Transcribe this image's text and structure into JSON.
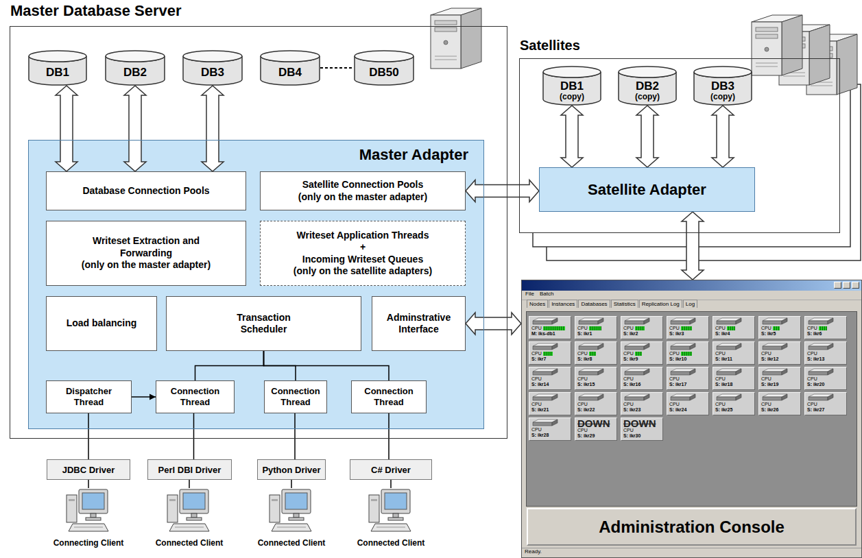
{
  "diagram": {
    "nodes": [
      {
        "text": [
          "Master Database Server"
        ]
      },
      {
        "text": [
          "DB1"
        ],
        "in": 0
      },
      {
        "text": [
          "DB2"
        ],
        "in": 0
      },
      {
        "text": [
          "DB3"
        ],
        "in": 0
      },
      {
        "text": [
          "DB4"
        ],
        "in": 0
      },
      {
        "text": [
          "DB50"
        ],
        "in": 0
      },
      {
        "text": [
          "Master Adapter"
        ],
        "in": 0
      },
      {
        "text": [
          "Database Connection Pools"
        ],
        "in": 6
      },
      {
        "text": [
          "Satellite Connection Pools",
          "(only on the master adapter)"
        ],
        "in": 6
      },
      {
        "text": [
          "Writeset Extraction and Forwarding",
          "(only on the master adapter)"
        ],
        "in": 6
      },
      {
        "text": [
          "Writeset Application Threads",
          "+",
          "Incoming Writeset Queues",
          "(only on the satellite adapters)"
        ],
        "in": 6
      },
      {
        "text": [
          "Load balancing"
        ],
        "in": 6
      },
      {
        "text": [
          "Transaction Scheduler"
        ],
        "in": 6
      },
      {
        "text": [
          "Adminstrative Interface"
        ],
        "in": 6
      },
      {
        "text": [
          "Dispatcher Thread"
        ],
        "in": 6
      },
      {
        "text": [
          "Connection Thread"
        ],
        "in": 6
      },
      {
        "text": [
          "Connection Thread"
        ],
        "in": 6
      },
      {
        "text": [
          "Connection Thread"
        ],
        "in": 6
      },
      {
        "text": [
          "JDBC Driver"
        ]
      },
      {
        "text": [
          "Perl DBI Driver"
        ]
      },
      {
        "text": [
          "Python Driver"
        ]
      },
      {
        "text": [
          "C# Driver"
        ]
      },
      {
        "text": [
          "Connecting Client"
        ]
      },
      {
        "text": [
          "Connected Client"
        ]
      },
      {
        "text": [
          "Connected Client"
        ]
      },
      {
        "text": [
          "Connected Client"
        ]
      },
      {
        "text": [
          "Satellites"
        ]
      },
      {
        "text": [
          "DB1",
          "(copy)"
        ],
        "in": 26
      },
      {
        "text": [
          "DB2",
          "(copy)"
        ],
        "in": 26
      },
      {
        "text": [
          "DB3",
          "(copy)"
        ],
        "in": 26
      },
      {
        "text": [
          "Satellite Adapter"
        ],
        "in": 26
      },
      {
        "text": [
          "Ready."
        ]
      },
      {
        "text": [
          "CPU",
          "M: iks-db1"
        ],
        "in": 31
      },
      {
        "text": [
          "CPU",
          "S: ikr1"
        ],
        "in": 31
      },
      {
        "text": [
          "CPU",
          "S: ikr2"
        ],
        "in": 31
      },
      {
        "text": [
          "CPU",
          "S: ikr3"
        ],
        "in": 31
      },
      {
        "text": [
          "CPU",
          "S: ikr4"
        ],
        "in": 31
      },
      {
        "text": [
          "CPU",
          "S: ikr5"
        ],
        "in": 31
      },
      {
        "text": [
          "CPU",
          "S: ikr6"
        ],
        "in": 31
      },
      {
        "text": [
          "CPU",
          "S: ikr7"
        ],
        "in": 31
      },
      {
        "text": [
          "CPU",
          "S: ikr8"
        ],
        "in": 31
      },
      {
        "text": [
          "CPU",
          "S: ikr9"
        ],
        "in": 31
      },
      {
        "text": [
          "CPU",
          "S: ikr10"
        ],
        "in": 31
      },
      {
        "text": [
          "CPU",
          "S: ikr11"
        ],
        "in": 31
      },
      {
        "text": [
          "CPU",
          "S: ikr12"
        ],
        "in": 31
      },
      {
        "text": [
          "CPU",
          "S: ikr13"
        ],
        "in": 31
      },
      {
        "text": [
          "CPU",
          "S: ikr14"
        ],
        "in": 31
      },
      {
        "text": [
          "CPU",
          "S: ikr15"
        ],
        "in": 31
      },
      {
        "text": [
          "CPU",
          "S: ikr16"
        ],
        "in": 31
      },
      {
        "text": [
          "CPU",
          "S: ikr17"
        ],
        "in": 31
      },
      {
        "text": [
          "CPU",
          "S: ikr18"
        ],
        "in": 31
      },
      {
        "text": [
          "CPU",
          "S: ikr19"
        ],
        "in": 31
      },
      {
        "text": [
          "CPU",
          "S: ikr20"
        ],
        "in": 31
      },
      {
        "text": [
          "CPU",
          "S: ikr21"
        ],
        "in": 31
      },
      {
        "text": [
          "CPU",
          "S: ikr22"
        ],
        "in": 31
      },
      {
        "text": [
          "CPU",
          "S: ikr23"
        ],
        "in": 31
      },
      {
        "text": [
          "CPU",
          "S: ikr24"
        ],
        "in": 31
      },
      {
        "text": [
          "CPU",
          "S: ikr25"
        ],
        "in": 31
      },
      {
        "text": [
          "CPU",
          "S: ikr26"
        ],
        "in": 31
      },
      {
        "text": [
          "CPU",
          "S: ikr27"
        ],
        "in": 31
      },
      {
        "text": [
          "CPU",
          "S: ikr28"
        ],
        "in": 31
      },
      {
        "text": [
          "DOWN",
          "CPU",
          "S: ikr29"
        ],
        "in": 31
      },
      {
        "text": [
          "DOWN",
          "CPU",
          "S: ikr30"
        ],
        "in": 31
      },
      {
        "text": [
          "Administration Console"
        ],
        "in": 31
      }
    ],
    "edges": [
      {
        "from": 1,
        "to": 7,
        "arrow": "both"
      },
      {
        "from": 2,
        "to": 7,
        "arrow": "both"
      },
      {
        "from": 3,
        "to": 7,
        "arrow": "both"
      },
      {
        "from": 4,
        "to": 5,
        "arrow": "none"
      },
      {
        "from": 8,
        "to": 30,
        "arrow": "both"
      },
      {
        "from": 27,
        "to": 30,
        "arrow": "both"
      },
      {
        "from": 28,
        "to": 30,
        "arrow": "both"
      },
      {
        "from": 29,
        "to": 30,
        "arrow": "both"
      },
      {
        "from": 30,
        "to": 31,
        "arrow": "both"
      },
      {
        "from": 13,
        "to": 31,
        "arrow": "both"
      },
      {
        "from": 14,
        "to": 15,
        "arrow": "to"
      },
      {
        "from": 12,
        "to": 15,
        "arrow": "none"
      },
      {
        "from": 12,
        "to": 16,
        "arrow": "none"
      },
      {
        "from": 12,
        "to": 17,
        "arrow": "none"
      },
      {
        "from": 14,
        "to": 18,
        "arrow": "none"
      },
      {
        "from": 15,
        "to": 19,
        "arrow": "none"
      },
      {
        "from": 16,
        "to": 20,
        "arrow": "none"
      },
      {
        "from": 17,
        "to": 21,
        "arrow": "none"
      },
      {
        "from": 18,
        "to": 22,
        "arrow": "none"
      },
      {
        "from": 19,
        "to": 23,
        "arrow": "none"
      },
      {
        "from": 20,
        "to": 24,
        "arrow": "none"
      },
      {
        "from": 21,
        "to": 25,
        "arrow": "none"
      }
    ],
    "labels": [
      "File",
      "Batch",
      "Nodes",
      "Instances",
      "Databases",
      "Statistics",
      "Replication Log",
      "Log"
    ]
  }
}
